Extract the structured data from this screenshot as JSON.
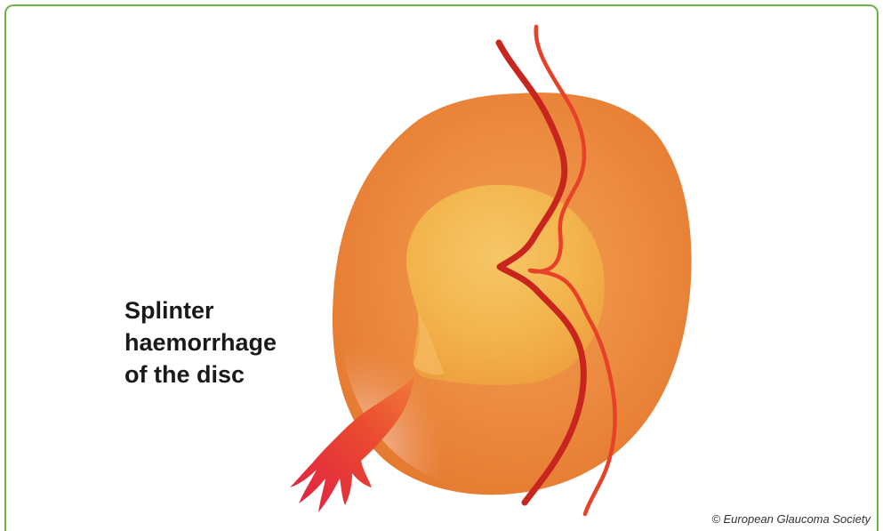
{
  "label": {
    "lines": [
      "Splinter",
      "haemorrhage",
      "of the disc"
    ]
  },
  "copyright": "© European Glaucoma Society",
  "colors": {
    "frame_border": "#6cb33f",
    "outer_disc": "#ea8a3e",
    "cup": "#f3b24a",
    "vessel_dark": "#c8251f",
    "vessel_light": "#e8412a",
    "haemorrhage": "#e83a33"
  }
}
